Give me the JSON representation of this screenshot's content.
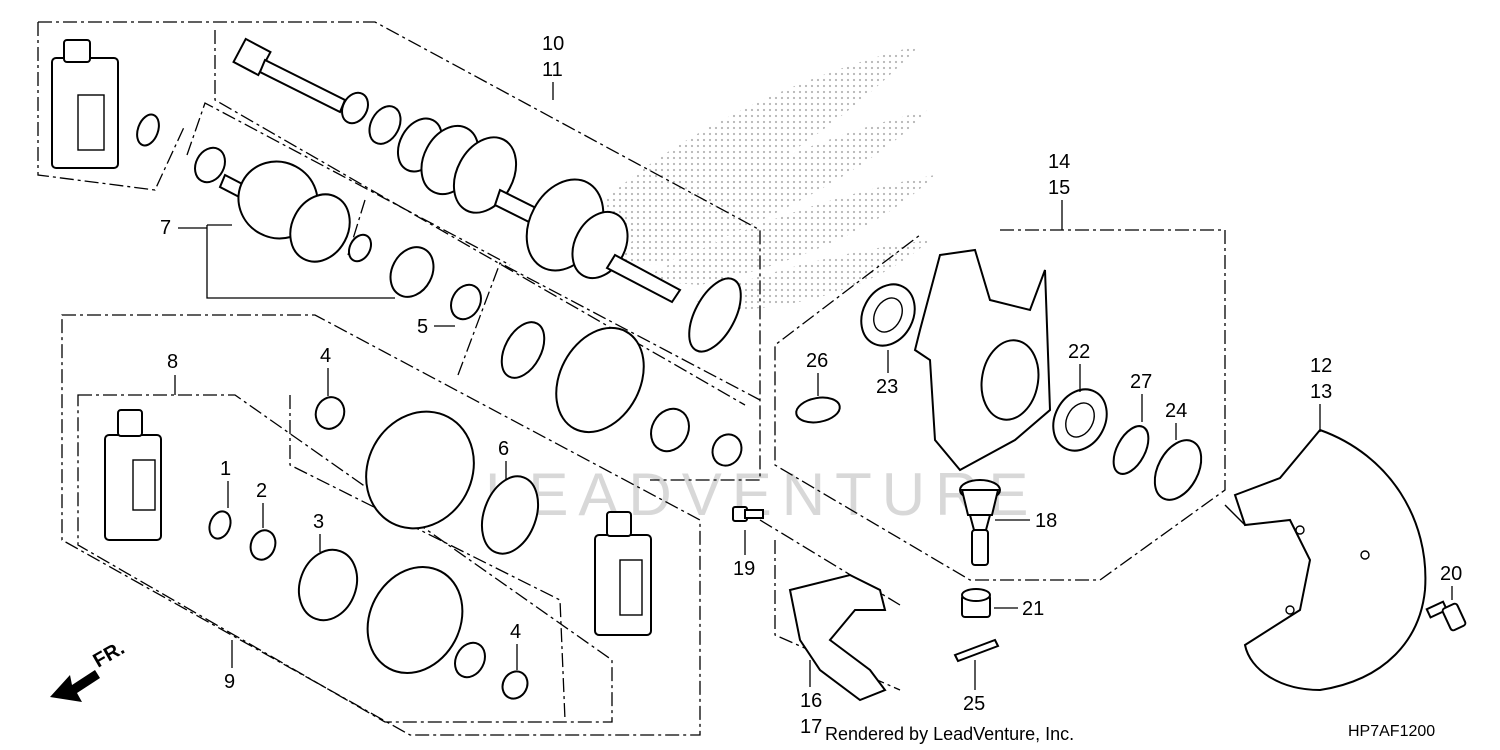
{
  "callouts": {
    "c1": "1",
    "c2": "2",
    "c3": "3",
    "c4a": "4",
    "c4b": "4",
    "c5": "5",
    "c6": "6",
    "c7": "7",
    "c8": "8",
    "c9": "9",
    "c10": "10",
    "c11": "11",
    "c12": "12",
    "c13": "13",
    "c14": "14",
    "c15": "15",
    "c16": "16",
    "c17": "17",
    "c18": "18",
    "c19": "19",
    "c20": "20",
    "c21": "21",
    "c22": "22",
    "c23": "23",
    "c24": "24",
    "c25": "25",
    "c26": "26",
    "c27": "27"
  },
  "direction_label": "FR.",
  "footer": {
    "rendered_by": "Rendered by LeadVenture, Inc.",
    "diagram_code": "HP7AF1200"
  },
  "watermark": "LEADVENTURE"
}
